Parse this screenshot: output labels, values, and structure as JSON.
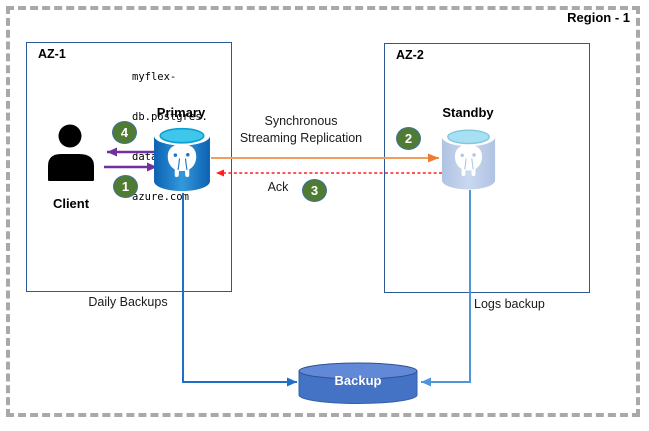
{
  "diagram": {
    "region_label": "Region - 1",
    "az1_label": "AZ-1",
    "az2_label": "AZ-2",
    "client_label": "Client",
    "primary_label": "Primary",
    "standby_label": "Standby",
    "backup_label": "Backup",
    "hostname": {
      "line1": "myflex-",
      "line2": "db.postgres.",
      "line3": "database.",
      "line4": "azure.com"
    },
    "flows": {
      "replication_line1": "Synchronous",
      "replication_line2": "Streaming Replication",
      "ack_label": "Ack",
      "daily_backups_label": "Daily Backups",
      "logs_backup_label": "Logs backup"
    },
    "steps": {
      "one": "1",
      "two": "2",
      "three": "3",
      "four": "4"
    },
    "colors": {
      "region_border": "#A9A9A9",
      "az_border": "#2E5A94",
      "client_arrows": "#7030A0",
      "replication_arrow": "#ED7D31",
      "ack_arrow": "#FF1F1F",
      "step_badge_fill": "#507B33",
      "step_badge_border": "#41719C",
      "primary_db_body": "#1272C8",
      "primary_db_top": "#3EC7EA",
      "standby_db_body": "#B9CBE7",
      "standby_db_top": "#A8E0F3",
      "backup_db_body": "#4472C4",
      "backup_line_left": "#1F6FC5",
      "backup_line_right": "#4D96D9"
    }
  }
}
